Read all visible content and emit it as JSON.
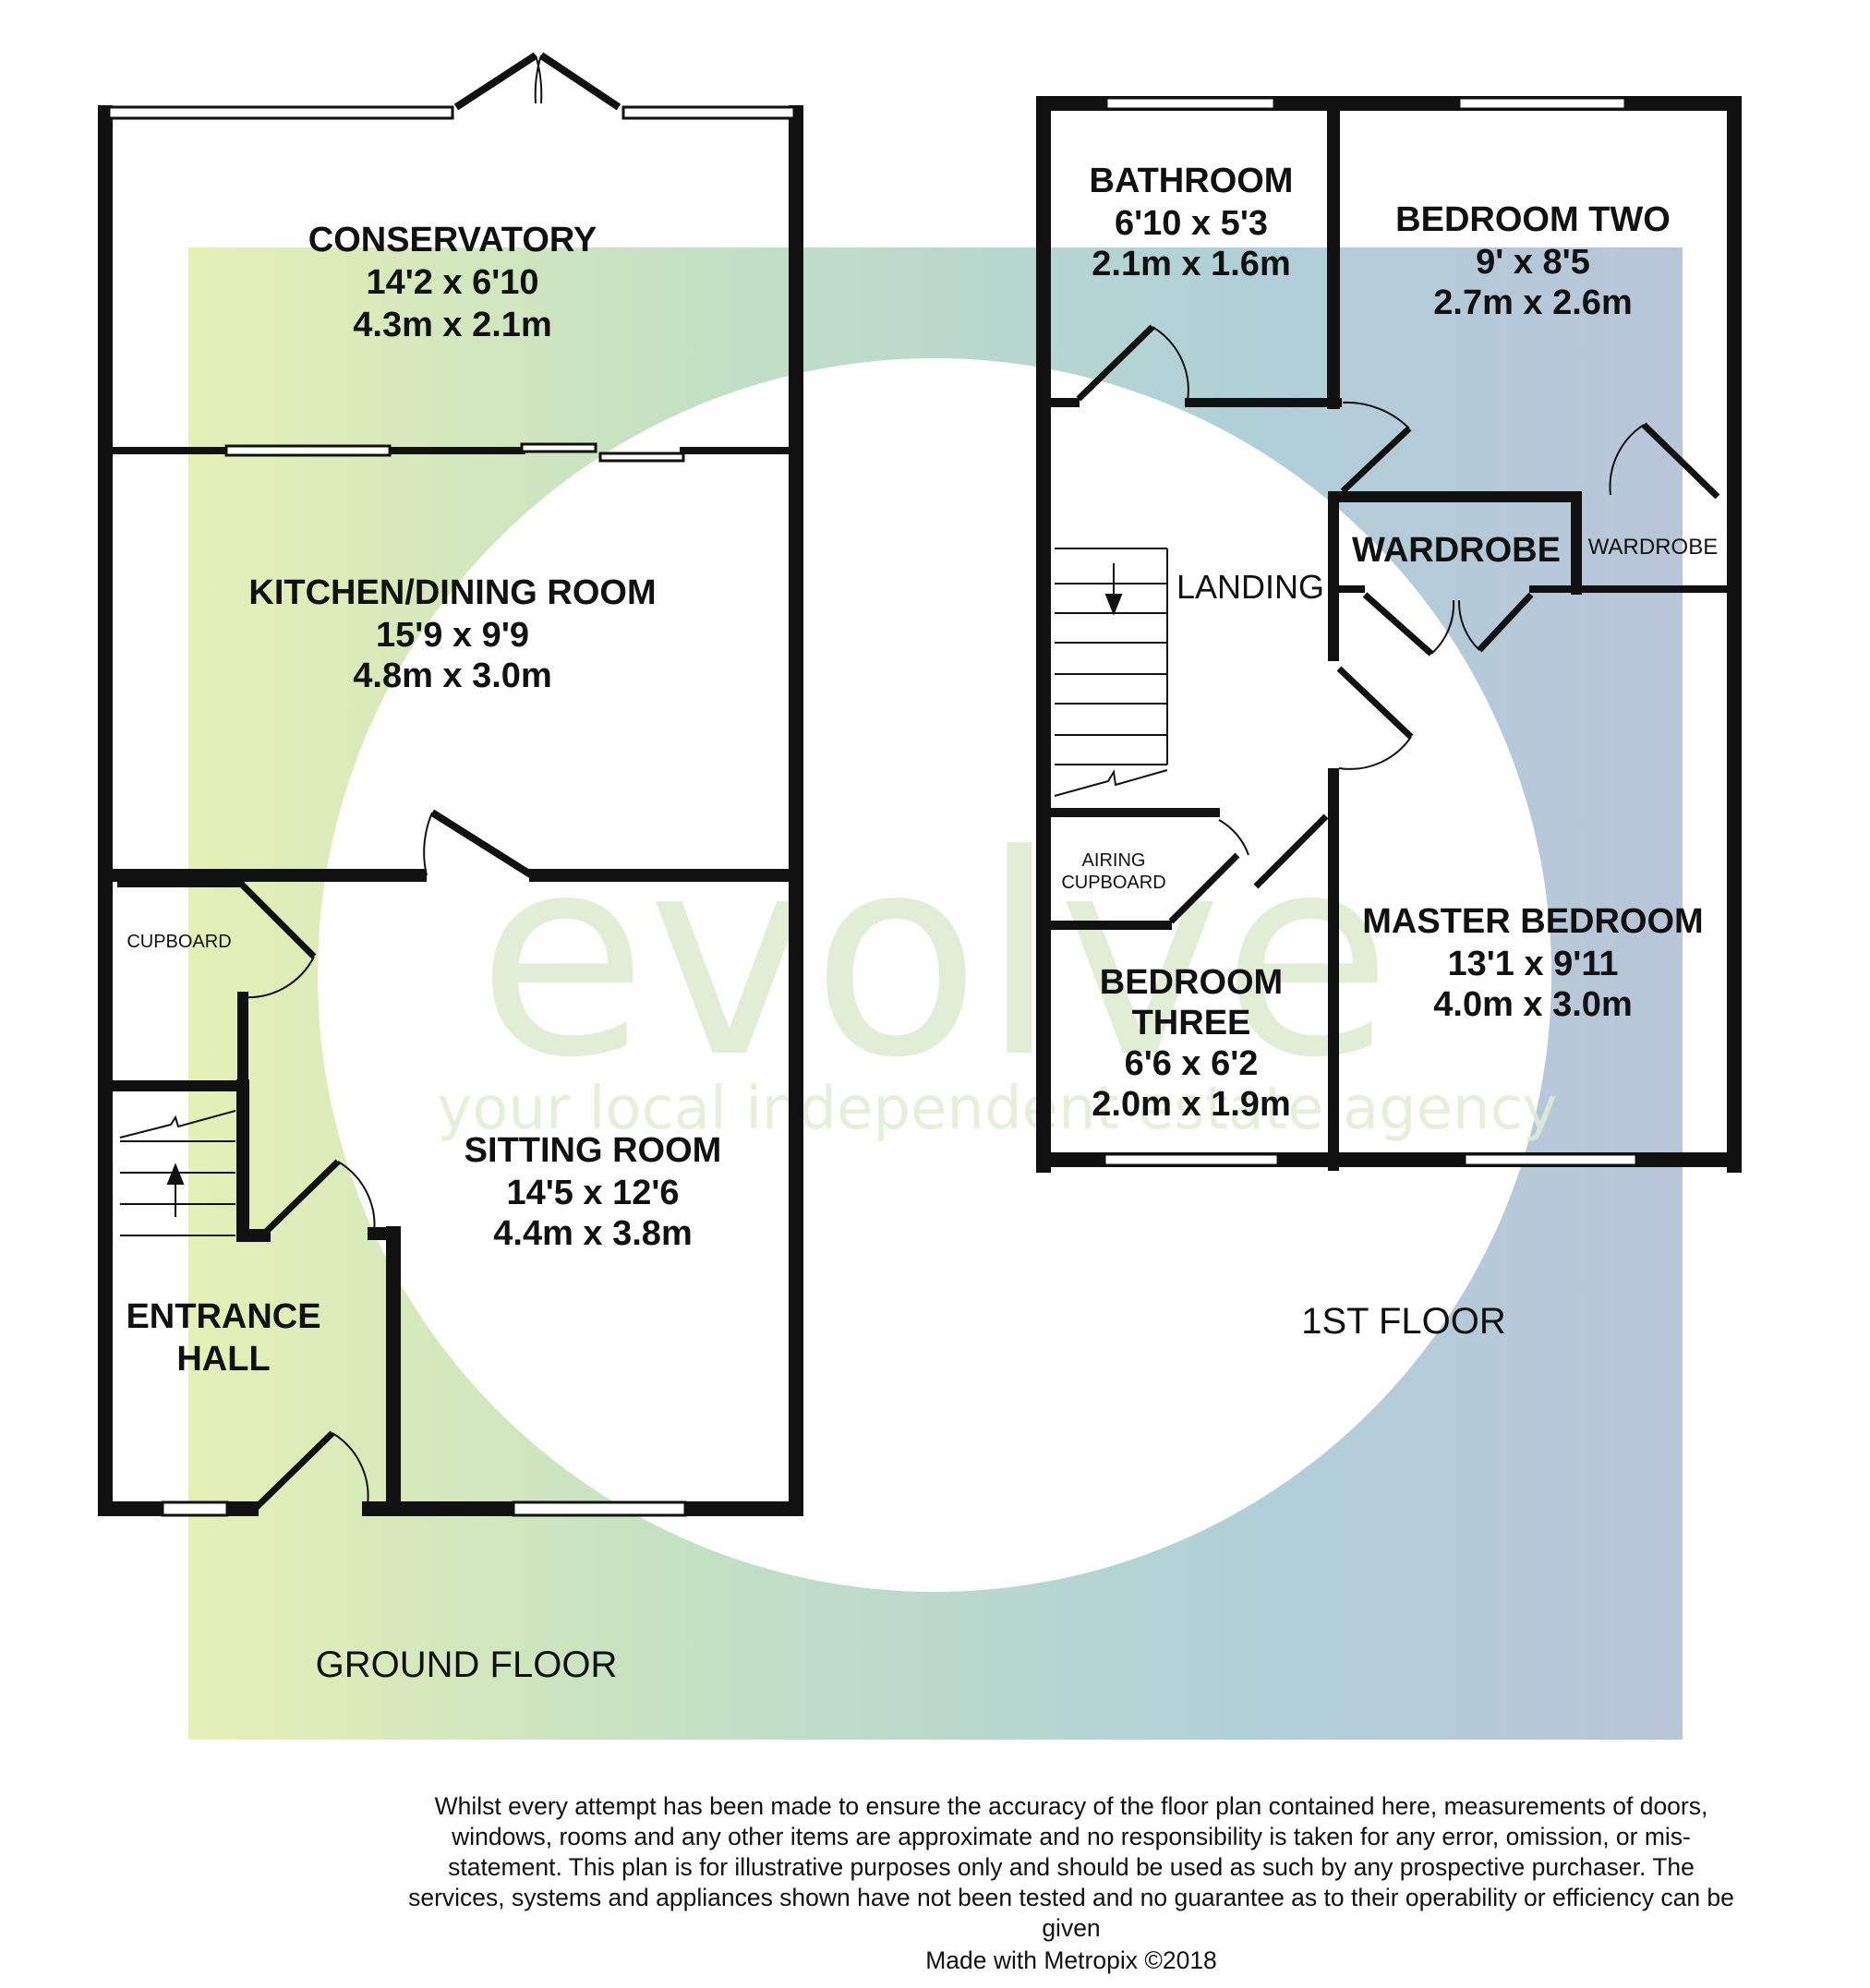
{
  "watermark": {
    "logo_text": "evolve",
    "tagline": "your local independent estate agency",
    "gradient": [
      "#e4efb4",
      "#bcdcc0",
      "#aecfd6",
      "#b8c4d8"
    ]
  },
  "colors": {
    "wall": "#111111",
    "text": "#111111",
    "background": "#ffffff"
  },
  "ground_floor": {
    "label": "GROUND FLOOR",
    "rooms": {
      "conservatory": {
        "name": "CONSERVATORY",
        "imperial": "14'2 x 6'10",
        "metric": "4.3m x 2.1m"
      },
      "kitchen": {
        "name": "KITCHEN/DINING ROOM",
        "imperial": "15'9 x 9'9",
        "metric": "4.8m x 3.0m"
      },
      "sitting": {
        "name": "SITTING ROOM",
        "imperial": "14'5 x 12'6",
        "metric": "4.4m x 3.8m"
      },
      "entrance_line1": "ENTRANCE",
      "entrance_line2": "HALL",
      "cupboard": "CUPBOARD"
    }
  },
  "first_floor": {
    "label": "1ST FLOOR",
    "rooms": {
      "bathroom": {
        "name": "BATHROOM",
        "imperial": "6'10 x 5'3",
        "metric": "2.1m x 1.6m"
      },
      "bedroom_two": {
        "name": "BEDROOM TWO",
        "imperial": "9' x 8'5",
        "metric": "2.7m x 2.6m"
      },
      "wardrobe_large": "WARDROBE",
      "wardrobe_small": "WARDROBE",
      "landing": "LANDING",
      "airing_line1": "AIRING",
      "airing_line2": "CUPBOARD",
      "master": {
        "name": "MASTER BEDROOM",
        "imperial": "13'1 x 9'11",
        "metric": "4.0m x 3.0m"
      },
      "bedroom_three": {
        "line1": "BEDROOM",
        "line2": "THREE",
        "imperial": "6'6 x 6'2",
        "metric": "2.0m x 1.9m"
      }
    }
  },
  "disclaimer": "Whilst every attempt has been made to ensure the accuracy of the floor plan contained here, measurements of doors, windows, rooms and any other items are approximate and no responsibility is taken for any error, omission, or mis-statement. This plan is for illustrative purposes only and should be used as such by any prospective purchaser. The services, systems and appliances shown have not been tested and no guarantee as to their operability or efficiency can be given",
  "credit": "Made with Metropix ©2018"
}
